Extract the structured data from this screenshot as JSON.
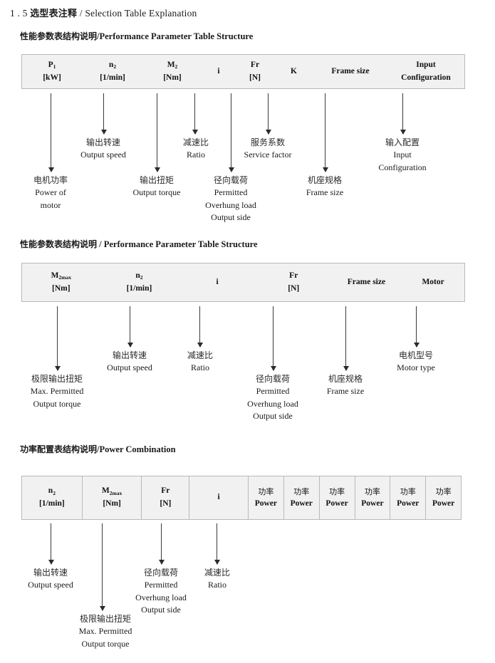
{
  "document": {
    "section_number": "1 . 5",
    "section_title_cn": "选型表注释",
    "section_title_sep": "/",
    "section_title_en": "Selection Table Explanation"
  },
  "sections": [
    {
      "heading_cn": "性能参数表结构说明",
      "heading_sep": "/",
      "heading_en": "Performance Parameter Table Structure",
      "table": {
        "columns": [
          {
            "symbol": "P",
            "sub": "1",
            "unit": "[kW]"
          },
          {
            "symbol": "n",
            "sub": "2",
            "unit": "[1/min]"
          },
          {
            "symbol": "M",
            "sub": "2",
            "unit": "[Nm]"
          },
          {
            "symbol": "i",
            "sub": "",
            "unit": ""
          },
          {
            "symbol": "Fr",
            "sub": "",
            "unit": "[N]"
          },
          {
            "symbol": "K",
            "sub": "",
            "unit": ""
          },
          {
            "symbol": "Frame size",
            "sub": "",
            "unit": ""
          },
          {
            "symbol": "Input",
            "sub": "",
            "unit": "Configuration"
          }
        ]
      },
      "notes": [
        {
          "cn": "电机功率",
          "en": [
            "Power of",
            "motor"
          ]
        },
        {
          "cn": "输出转速",
          "en": [
            "Output speed"
          ]
        },
        {
          "cn": "输出扭矩",
          "en": [
            "Output torque"
          ]
        },
        {
          "cn": "减速比",
          "en": [
            "Ratio"
          ]
        },
        {
          "cn": "径向载荷",
          "en": [
            "Permitted",
            "Overhung load",
            "Output side"
          ]
        },
        {
          "cn": "服务系数",
          "en": [
            "Service factor"
          ]
        },
        {
          "cn": "机座规格",
          "en": [
            "Frame size"
          ]
        },
        {
          "cn": "输入配置",
          "en": [
            "Input",
            "Configuration"
          ]
        }
      ]
    },
    {
      "heading_cn": "性能参数表结构说明",
      "heading_sep": "/",
      "heading_en": "Performance Parameter Table Structure",
      "table": {
        "columns": [
          {
            "symbol": "M",
            "sub": "2max",
            "unit": "[Nm]"
          },
          {
            "symbol": "n",
            "sub": "2",
            "unit": "[1/min]"
          },
          {
            "symbol": "i",
            "sub": "",
            "unit": ""
          },
          {
            "symbol": "Fr",
            "sub": "",
            "unit": "[N]"
          },
          {
            "symbol": "Frame size",
            "sub": "",
            "unit": ""
          },
          {
            "symbol": "Motor",
            "sub": "",
            "unit": ""
          }
        ]
      },
      "notes": [
        {
          "cn": "极限输出扭矩",
          "en": [
            "Max. Permitted",
            "Output  torque"
          ]
        },
        {
          "cn": "输出转速",
          "en": [
            "Output speed"
          ]
        },
        {
          "cn": "减速比",
          "en": [
            "Ratio"
          ]
        },
        {
          "cn": "径向载荷",
          "en": [
            "Permitted",
            "Overhung load",
            "Output side"
          ]
        },
        {
          "cn": "机座规格",
          "en": [
            "Frame size"
          ]
        },
        {
          "cn": "电机型号",
          "en": [
            "Motor type"
          ]
        }
      ]
    },
    {
      "heading_cn": "功率配置表结构说明",
      "heading_sep": "/",
      "heading_en": "Power Combination",
      "table": {
        "columns": [
          {
            "symbol": "n",
            "sub": "2",
            "unit": "[1/min]"
          },
          {
            "symbol": "M",
            "sub": "2max",
            "unit": "[Nm]"
          },
          {
            "symbol": "Fr",
            "sub": "",
            "unit": "[N]"
          },
          {
            "symbol": "i",
            "sub": "",
            "unit": ""
          },
          {
            "cn_label": "功率",
            "unit": "Power"
          },
          {
            "cn_label": "功率",
            "unit": "Power"
          },
          {
            "cn_label": "功率",
            "unit": "Power"
          },
          {
            "cn_label": "功率",
            "unit": "Power"
          },
          {
            "cn_label": "功率",
            "unit": "Power"
          },
          {
            "cn_label": "功率",
            "unit": "Power"
          }
        ]
      },
      "notes": [
        {
          "cn": "输出转速",
          "en": [
            "Output speed"
          ]
        },
        {
          "cn": "极限输出扭矩",
          "en": [
            "Max. Permitted",
            "Output  torque"
          ]
        },
        {
          "cn": "径向载荷",
          "en": [
            "Permitted",
            "Overhung load",
            "Output side"
          ]
        },
        {
          "cn": "减速比",
          "en": [
            "Ratio"
          ]
        }
      ]
    }
  ]
}
